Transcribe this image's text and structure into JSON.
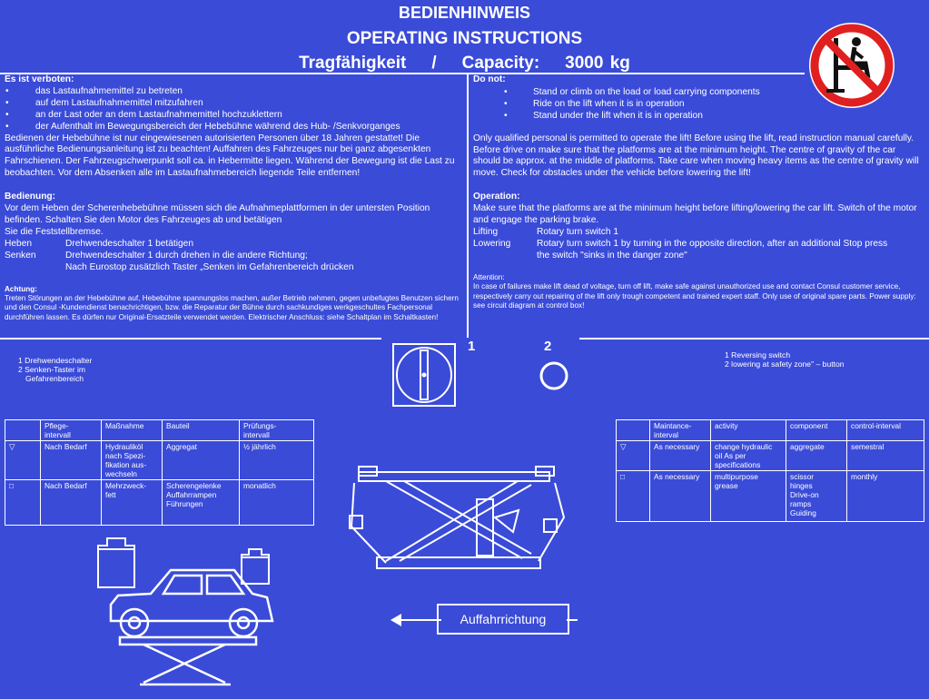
{
  "header": {
    "title_de": "BEDIENHINWEIS",
    "title_en": "OPERATING INSTRUCTIONS",
    "capacity_label": "Tragfähigkeit",
    "capacity_sep": "/",
    "capacity_label_en": "Capacity:",
    "capacity_value": "3000 kg"
  },
  "warning_icon": "no-standing-on-lift-icon",
  "colors": {
    "background": "#3a4bd8",
    "foreground": "#ffffff",
    "prohibition": "#e02020"
  },
  "de": {
    "forbidden_heading": "Es ist verboten:",
    "forbidden_items": [
      "das Lastaufnahmemittel zu betreten",
      "auf dem Lastaufnahmemittel mitzufahren",
      "an der Last oder an dem Lastaufnahmemittel hochzuklettern",
      "der Aufenthalt im Bewegungsbereich der Hebebühne während des Hub- /Senkvorganges"
    ],
    "general": "Bedienen der Hebebühne ist nur eingewiesenen autorisierten Personen über 18 Jahren gestattet! Die ausführliche Bedienungsanleitung ist zu beachten! Auffahren des Fahrzeuges nur bei ganz abgesenkten Fahrschienen. Der Fahrzeugschwerpunkt soll ca. in Hebermitte liegen. Während der Bewegung ist die Last zu beobachten. Vor dem Absenken alle im Lastaufnahmebereich liegende Teile entfernen!",
    "operation_heading": "Bedienung:",
    "operation_text": "Vor dem Heben der Scherenhebebühne müssen sich die Aufnahmeplattformen in der untersten Position befinden. Schalten Sie den Motor des Fahrzeuges ab und betätigen",
    "operation_text2": "Sie die Feststellbremse.",
    "lift_key": "Heben",
    "lift_val": "Drehwendeschalter 1 betätigen",
    "lower_key": "Senken",
    "lower_val": "Drehwendeschalter 1 durch drehen in die andere Richtung;",
    "lower_val2": "Nach Eurostop zusätzlich Taster „Senken im Gefahrenbereich drücken",
    "attention_heading": "Achtung:",
    "attention_text": "Treten Störungen an der Hebebühne auf, Hebebühne spannungslos machen, außer Betrieb nehmen, gegen unbefugtes Benutzen sichern und den Consul -Kundendienst benachrichtigen, bzw. die Reparatur der Bühne durch sachkundiges werkgeschultes Fachpersonal durchführen lassen. Es dürfen nur Original-Ersatzteile verwendet werden. Elektrischer Anschluss: siehe Schaltplan im Schaltkasten!",
    "legend": [
      "1 Drehwendeschalter",
      "2 Senken-Taster im",
      "Gefahrenbereich"
    ]
  },
  "en": {
    "forbidden_heading": "Do not:",
    "forbidden_items": [
      "Stand or climb on the load or load carrying components",
      "Ride on the lift when it is in operation",
      "Stand under the lift when it is in operation"
    ],
    "general": "Only qualified personal is permitted to operate the lift! Before using the lift, read instruction manual carefully. Before drive on make sure that the platforms are at the minimum height. The centre of gravity of the car should be approx. at the middle of platforms. Take care when moving heavy items as the centre of gravity will move. Check for obstacles under the vehicle before lowering the lift!",
    "operation_heading": "Operation:",
    "operation_text": "Make sure that the platforms are at the minimum height before lifting/lowering the car lift. Switch of the motor and engage the parking brake.",
    "lift_key": "Lifting",
    "lift_val": "Rotary turn switch 1",
    "lower_key": "Lowering",
    "lower_val": "Rotary turn switch 1 by turning in the opposite direction, after an additional Stop press",
    "lower_val2": "the switch \"sinks in the danger zone\"",
    "attention_heading": "Attention:",
    "attention_text": "In case of failures make lift dead of voltage, turn off lift, make safe against unauthorized use and contact Consul customer service, respectively carry out repairing of the lift only trough competent and trained expert staff. Only use of original spare parts. Power supply: see circuit diagram at control box!",
    "legend": [
      "1 Reversing switch",
      "2 lowering at safety zone\" – button"
    ]
  },
  "controls": {
    "label_1": "1",
    "label_2": "2",
    "switch_icon": "rotary-switch-icon",
    "button_icon": "ring-button-icon"
  },
  "maint_de": {
    "headers": [
      "",
      "Pflege-\nintervall",
      "Maßnahme",
      "Bauteil",
      "Prüfungs-\nintervall"
    ],
    "rows": [
      [
        "▽",
        "Nach Bedarf",
        "Hydrauliköl\nnach Spezi-\nfikation aus-\nwechseln",
        "Aggregat",
        "½ jährlich"
      ],
      [
        "□",
        "Nach Bedarf",
        "Mehrzweck-\nfett",
        "Scherengelenke\nAuffahrrampen\nFührungen",
        "monatlich"
      ]
    ]
  },
  "maint_en": {
    "headers": [
      "",
      "Maintance-\ninterval",
      "activity",
      "component",
      "control-interval"
    ],
    "rows": [
      [
        "▽",
        "As necessary",
        "change hydraulic\noil As per\nspecifications",
        "aggregate",
        "semestral"
      ],
      [
        "□",
        "As necessary",
        "multipurpose\ngrease",
        "scissor\nhinges\nDrive-on\nramps\nGuiding",
        "monthly"
      ]
    ]
  },
  "drive_direction": "Auffahrrichtung",
  "illustrations": [
    "scissor-lift-diagram-icon",
    "weight-icon",
    "car-on-lift-icon",
    "arrow-left-icon"
  ]
}
